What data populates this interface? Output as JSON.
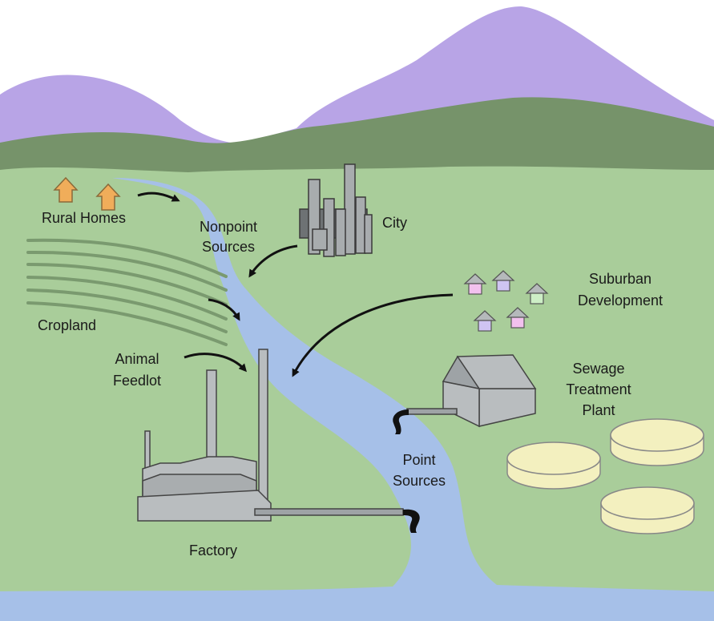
{
  "labels": {
    "rural_homes": "Rural Homes",
    "nonpoint_line1": "Nonpoint",
    "nonpoint_line2": "Sources",
    "city": "City",
    "suburban_line1": "Suburban",
    "suburban_line2": "Development",
    "cropland": "Cropland",
    "feedlot_line1": "Animal",
    "feedlot_line2": "Feedlot",
    "sewage_line1": "Sewage",
    "sewage_line2": "Treatment",
    "sewage_line3": "Plant",
    "point_line1": "Point",
    "point_line2": "Sources",
    "factory": "Factory"
  },
  "colors": {
    "mountain_far": "#b8a4e6",
    "mountain_near": "#76936a",
    "land": "#a9cd9a",
    "river": "#a6c0e8",
    "building": "#b9bdbf",
    "city_building": "#a8acae",
    "city_dark": "#6e7274",
    "rural_house": "#f0ad5a",
    "tank": "#f3f0bf",
    "outfall": "#111111"
  },
  "suburban_house_colors": [
    "#f2c1ee",
    "#cfc4f2",
    "#cdeec6",
    "#cfc4f2",
    "#f2c1ee"
  ]
}
